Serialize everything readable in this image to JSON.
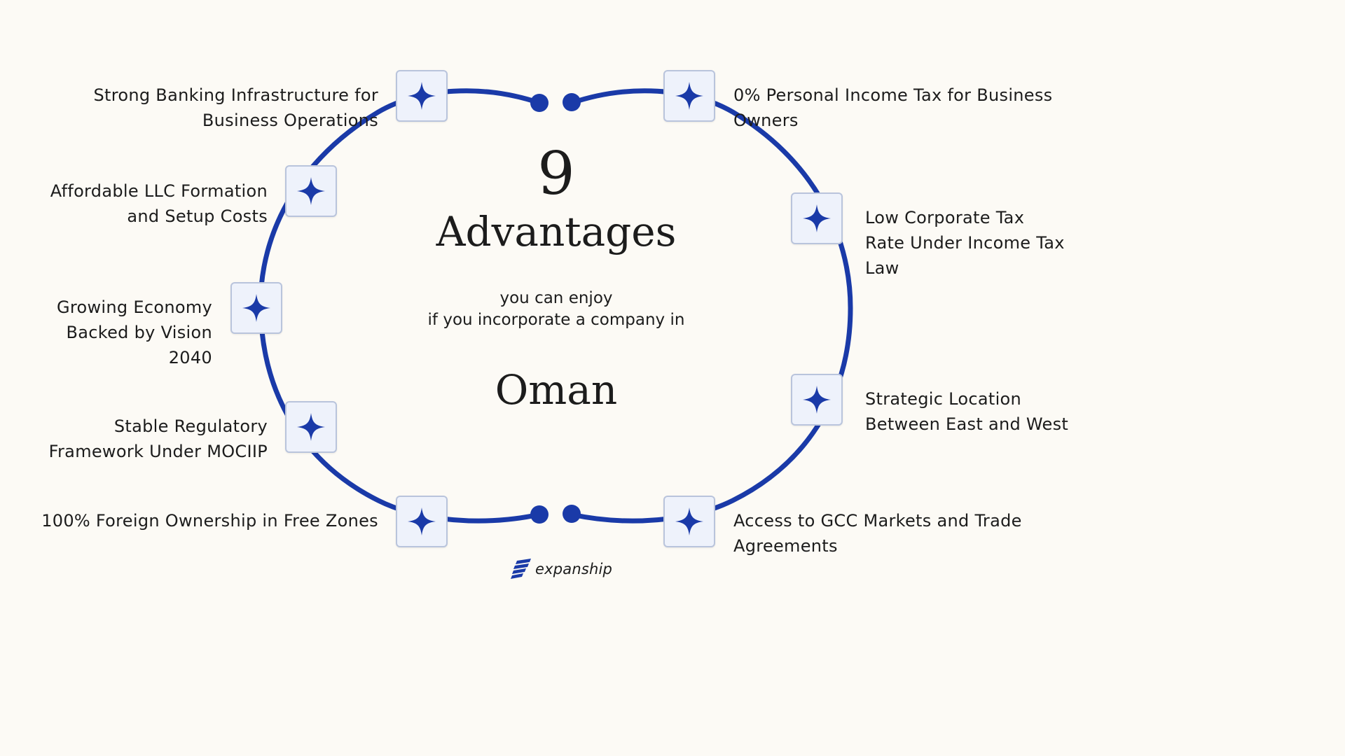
{
  "colors": {
    "background": "#fcfaf5",
    "ring": "#1a3aa8",
    "node_fill": "#eef2fb",
    "node_border": "#b9c4dc",
    "star": "#1a3aa8",
    "text": "#1c1c1c"
  },
  "center": {
    "number": "9",
    "title": "Advantages",
    "subtitle_line1": "you can enjoy",
    "subtitle_line2": "if you incorporate a company in",
    "country": "Oman"
  },
  "advantages": [
    {
      "icon": "four-point-star-icon",
      "lines": [
        "Strong Banking Infrastructure for",
        "Business Operations"
      ]
    },
    {
      "icon": "four-point-star-icon",
      "lines": [
        "Affordable LLC Formation",
        "and Setup Costs"
      ]
    },
    {
      "icon": "four-point-star-icon",
      "lines": [
        "Growing Economy",
        "Backed by Vision",
        "2040"
      ]
    },
    {
      "icon": "four-point-star-icon",
      "lines": [
        "Stable Regulatory",
        "Framework Under MOCIIP"
      ]
    },
    {
      "icon": "four-point-star-icon",
      "lines": [
        "100% Foreign Ownership in Free Zones"
      ]
    },
    {
      "icon": "four-point-star-icon",
      "lines": [
        "0% Personal Income Tax for Business",
        "Owners"
      ]
    },
    {
      "icon": "four-point-star-icon",
      "lines": [
        "Low Corporate Tax",
        "Rate Under Income Tax",
        "Law"
      ]
    },
    {
      "icon": "four-point-star-icon",
      "lines": [
        "Strategic Location",
        "Between East and West"
      ]
    },
    {
      "icon": "four-point-star-icon",
      "lines": [
        "Access to GCC Markets and Trade",
        "Agreements"
      ]
    }
  ],
  "logo": {
    "icon": "expanship-logo-icon",
    "text": "expanship"
  }
}
